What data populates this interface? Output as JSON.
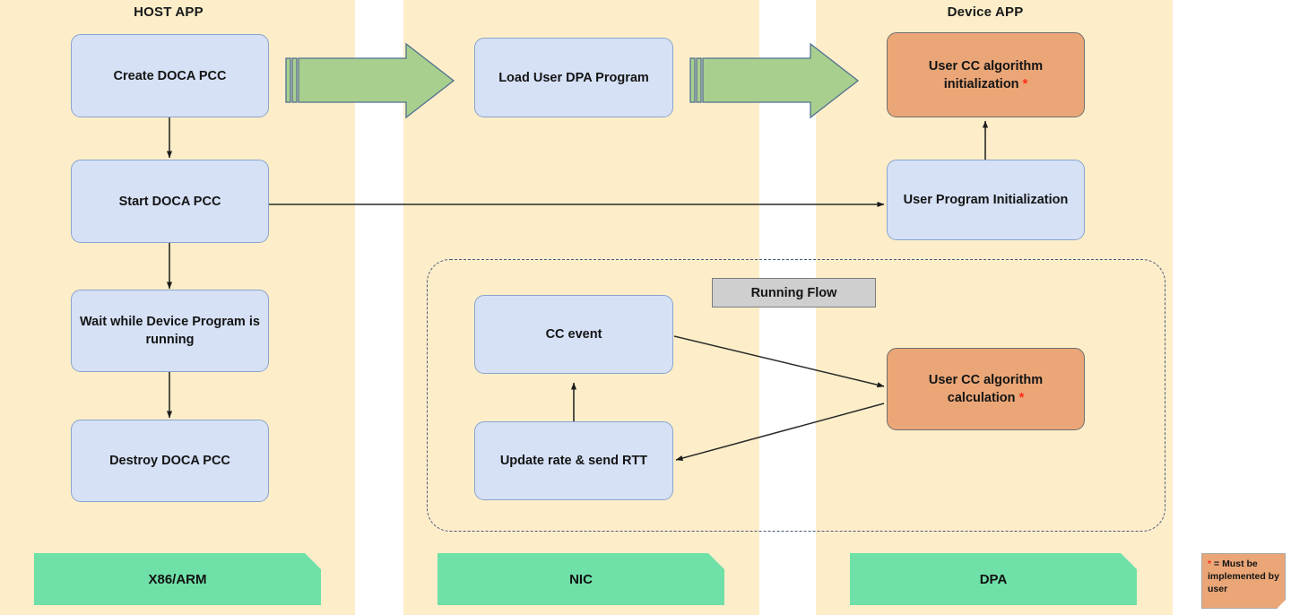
{
  "columns": [
    {
      "id": "host",
      "title": "HOST APP",
      "platform": "X86/ARM"
    },
    {
      "id": "nic",
      "title": "",
      "platform": "NIC"
    },
    {
      "id": "device",
      "title": "Device APP",
      "platform": "DPA"
    }
  ],
  "nodes": {
    "create_pcc": "Create DOCA PCC",
    "start_pcc": "Start DOCA PCC",
    "wait_device": "Wait while Device Program is running",
    "destroy_pcc": "Destroy DOCA PCC",
    "load_dpa_program": "Load User DPA Program",
    "cc_event": "CC event",
    "update_rate_rtt": "Update rate & send RTT",
    "user_cc_init": "User CC algorithm initialization",
    "user_cc_init_star": "*",
    "user_prog_init": "User Program Initialization",
    "user_cc_calc": "User CC algorithm calculation",
    "user_cc_calc_star": "*"
  },
  "running_flow": {
    "label": "Running Flow"
  },
  "legend": {
    "star": "*",
    "text": "= Must be implemented by user"
  },
  "colors": {
    "band_background": "#fdeec9",
    "process_fill": "#d6e1f6",
    "process_border": "#8aa4cd",
    "user_fill": "#eaa677",
    "user_border": "#6f6f6f",
    "platform_fill": "#6fe0a8",
    "arrow_fill": "#a9cf8f",
    "arrow_border": "#51708f",
    "star_color": "#ff2a16",
    "dashed_border": "#4a5a7a",
    "label_fill": "#cfcfcf"
  }
}
